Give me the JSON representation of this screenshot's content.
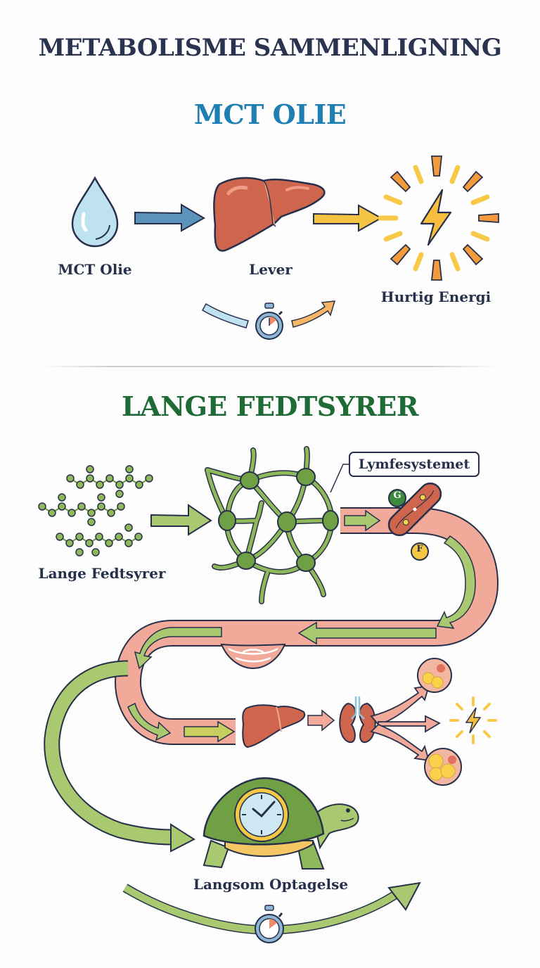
{
  "title": "METABOLISME SAMMENLIGNING",
  "colors": {
    "title": "#2a3350",
    "mct_heading": "#1f7fb3",
    "lcfa_heading": "#1e6b36",
    "label_text": "#27304a",
    "arrow_blue": "#5b93bd",
    "arrow_yellow": "#f6c443",
    "liver": "#d0654e",
    "lymph_green": "#8fb85a",
    "vessel_pink": "#f1a99a",
    "energy_orange": "#f39a3c"
  },
  "mct_section": {
    "heading": "MCT OLIE",
    "steps": [
      {
        "label": "MCT Olie",
        "icon": "oil-drop-icon"
      },
      {
        "label": "Lever",
        "icon": "liver-icon"
      },
      {
        "label": "Hurtig Energi",
        "icon": "lightning-energy-icon"
      }
    ],
    "timing_icon": "stopwatch-icon"
  },
  "lcfa_section": {
    "heading": "LANGE FEDTSYRER",
    "source_label": "Lange Fedtsyrer",
    "callout_label": "Lymfesystemet",
    "badges": [
      {
        "letter": "G",
        "color": "#3d8a3f"
      },
      {
        "letter": "F",
        "color": "#f4c744"
      }
    ],
    "pathway_icons": [
      "fatty-acid-chains-icon",
      "lymph-network-icon",
      "blood-vessel-icon",
      "capillary-bed-icon",
      "liver-icon",
      "kidneys-icon",
      "fat-cell-icon",
      "lightning-energy-icon",
      "fat-cell-icon"
    ],
    "slow_label": "Langsom Optagelse",
    "slow_icon": "turtle-clock-icon",
    "timing_icon": "stopwatch-icon"
  }
}
